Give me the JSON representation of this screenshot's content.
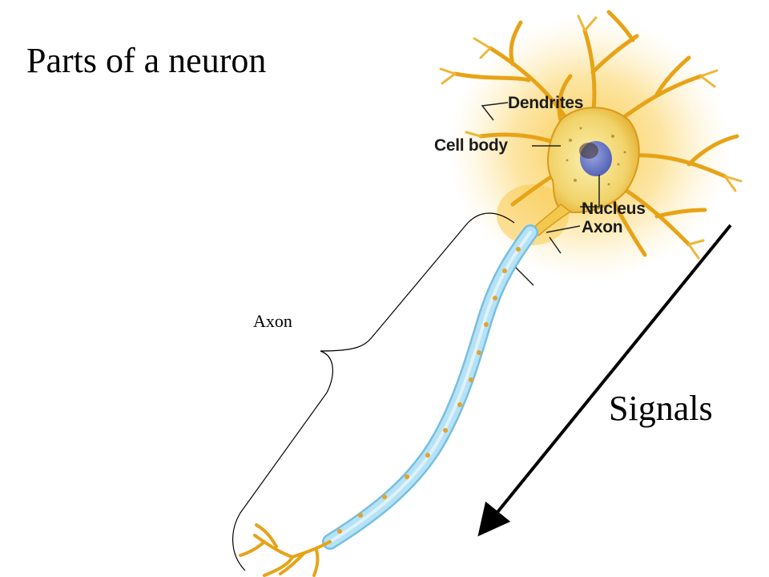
{
  "slide": {
    "title": "Parts of a neuron",
    "bracket_label": "Axon",
    "signals_label": "Signals"
  },
  "figure": {
    "labels": {
      "dendrites": "Dendrites",
      "cell_body": "Cell body",
      "nucleus": "Nucleus",
      "axon": "Axon"
    }
  },
  "colors": {
    "background": "#ffffff",
    "neuron_glow": "#f6c13d",
    "dendrite": "#e9a316",
    "cell_body": "#f4e08a",
    "nucleus": "#6f7fc9",
    "myelin": "#a9dbf2",
    "myelin_edge": "#76bfe3",
    "arrow": "#000000"
  }
}
